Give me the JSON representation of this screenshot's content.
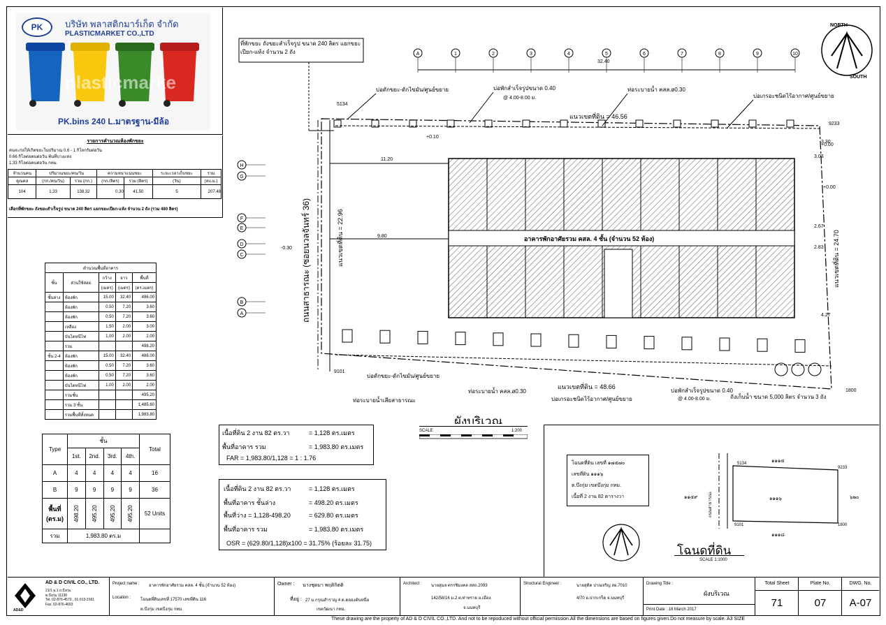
{
  "logo": {
    "company_th": "บริษัท พลาสติกมาร์เก็ต จำกัด",
    "company_en": "PLASTICMARKET CO.,LTD",
    "badge": "PK",
    "watermark": "plasticmarke",
    "caption": "PK.bins 240 L.มาตรฐาน-มีล้อ"
  },
  "waste_calc": {
    "title": "รายการคำนวณห้องพักขยะ",
    "line1": "คนจะก่อให้เกิดขยะในปริมาณ 0.6 - 1 กิโลกรัมต่อวัน",
    "line2": "0.66 กิโลต่อคนต่อวัน พ้นที่บางแห่ง",
    "line3": "1.33 กิโลต่อคนต่อวัน กทม.",
    "headers": [
      "จำนวนคน",
      "ปริมาณขยะ/คน/วัน",
      "",
      "ความหนาแน่นขยะ",
      "",
      "ระยะเวลาเก็บขยะ",
      "รวม"
    ],
    "subheaders": [
      "คูณคล",
      "(กก./คน/วัน)",
      "รวม (กก.)",
      "(กก./ลิตร)",
      "รวม (ลิตร)",
      "(วัน)",
      "(ลบ.ม.)"
    ],
    "values": [
      "104",
      "1.33",
      "138.32",
      "0.30",
      "41.50",
      "5",
      "207.48"
    ],
    "note": "เลือกที่พักขยะ ถังขยะสำเร็จรูป ขนาด 240 ลิตร แยกขยะเปียก-แห้ง จำนวน 2 ถัง (รวม 480 ลิตร)"
  },
  "area_table": {
    "title": "ตำนวณพื้นที่อาคาร",
    "headers": [
      "ชั้น",
      "ส่วนใช้สอย",
      "กว้าง",
      "ยาว",
      "พื้นที่"
    ],
    "units": [
      "",
      "",
      "(เมตร)",
      "(เมตร)",
      "(ตร.เมตร)"
    ],
    "rows": [
      [
        "ชั้นล่าง",
        "ห้องพัก",
        "15.00",
        "32.40",
        "486.00"
      ],
      [
        "",
        "ห้องพัก",
        "0.50",
        "7.20",
        "3.60"
      ],
      [
        "",
        "ห้องพัก",
        "0.50",
        "7.20",
        "3.60"
      ],
      [
        "",
        "เหลือง",
        "1.50",
        "2.00",
        "3.00"
      ],
      [
        "",
        "บันไดหนีไฟ",
        "1.00",
        "2.00",
        "2.00"
      ],
      [
        "",
        "รวม",
        "",
        "",
        "498.20"
      ],
      [
        "ชั้น 2-4",
        "ห้องพัก",
        "15.00",
        "32.40",
        "486.00"
      ],
      [
        "",
        "ห้องพัก",
        "0.50",
        "7.20",
        "3.60"
      ],
      [
        "",
        "ห้องพัก",
        "0.50",
        "7.20",
        "3.60"
      ],
      [
        "",
        "บันไดหนีไฟ",
        "1.00",
        "2.00",
        "2.00"
      ],
      [
        "",
        "รวมชั้น",
        "",
        "",
        "495.20"
      ],
      [
        "",
        "รวม 3 ชั้น",
        "",
        "",
        "1,485.60"
      ],
      [
        "",
        "รวมพื้นที่ทั้งหมด",
        "",
        "",
        "1,983.80"
      ]
    ]
  },
  "type_table": {
    "h_type": "Type",
    "h_floor": "ชั้น",
    "h_total": "Total",
    "floors": [
      "1st.",
      "2nd.",
      "3rd.",
      "4th."
    ],
    "rows": [
      {
        "type": "A",
        "vals": [
          "4",
          "4",
          "4",
          "4"
        ],
        "total": "16"
      },
      {
        "type": "B",
        "vals": [
          "9",
          "9",
          "9",
          "9"
        ],
        "total": "36"
      }
    ],
    "area_label": "พื้นที่ (ตร.ม)",
    "area_vals": [
      "498.20",
      "495.20",
      "495.20",
      "495.20"
    ],
    "units_total": "52 Units",
    "sum_label": "รวม",
    "sum_val": "1,983.80 ตร.ม"
  },
  "far_box": {
    "l1a": "เนื้อที่ดิน 2 งาน 82 ตร.วา",
    "l1b": "= 1,128 ตร.เมตร",
    "l2a": "พื้นที่อาคาร รวม",
    "l2b": "= 1,983.80 ตร.เมตร",
    "l3": "FAR = 1,983.80/1,128 = 1 : 1.76"
  },
  "osr_box": {
    "l1a": "เนื้อที่ดิน 2 งาน 82 ตร.วา",
    "l1b": "= 1,128 ตร.เมตร",
    "l2a": "พื้นที่อาคาร ชั้นล่าง",
    "l2b": "= 498.20 ตร.เมตร",
    "l3a": "พื้นที่ว่าง = 1,128-498.20",
    "l3b": "= 629.80 ตร.เมตร",
    "l4a": "พื้นที่อาคาร รวม",
    "l4b": "= 1,983.80 ตร.เมตร",
    "l5": "OSR = (629.80/1,128)x100 = 31.75% (ร้อยละ 31.75)"
  },
  "plan": {
    "title": "ผังบริเวณ",
    "scale_label": "SCALE",
    "scale_val": "1:200",
    "callouts": {
      "waste_point": "ที่พักขยะ ถังขยะสำเร็จรูป ขนาด 240 ลิตร แยกขยะเปียก-แห้ง จำนวน 2 ถัง",
      "grease_top": "บ่อดักขยะ-ดักไขมัน/ศูนย์ขยาย",
      "septic_top": "บ่อพักสำเร็จรูปขนาด 0.40",
      "septic_spec": "@ 4.00-8.00 ม.",
      "drain_top": "ท่อระบายน้ำ คสล.ø0.30",
      "aerobic_top": "บ่อเกรอะชนิดไร้อากาศ/ศูนย์ขยาย",
      "grease_bot": "บ่อดักขยะ-ดักไขมัน/ศูนย์ขยาย",
      "drain_public": "ท่อระบายน้ำเสียสาธารณะ",
      "drain_bot": "ท่อระบายน้ำ คสล.ø0.30",
      "aerobic_bot": "บ่อเกรอะชนิดไร้อากาศ/ศูนย์ขยาย",
      "septic_bot": "บ่อพักสำเร็จรูปขนาด 0.40",
      "septic_bot_spec": "@ 4.00-8.00 ม.",
      "tank": "ถังเก็บน้ำ ขนาด 5,000 ลิตร จำนวน 3 ถัง"
    },
    "road": "ถนนสาธารณะ (ซอยนวลจันทร์ 36)",
    "boundary_top": "แนวเขตที่ดิน = 46.56",
    "boundary_bot": "แนวเขตที่ดิน = 48.66",
    "boundary_left": "แนวเขตที่ดิน = 22.96",
    "boundary_right": "แนวเขตที่ดิน = 24.70",
    "center_text": "อาคารพักอาศัยรวม คสล. 4 ชั้น (จำนวน 52 ห้อง)",
    "pegs": {
      "tl": "5134",
      "tr": "9233",
      "bl": "9101",
      "br": "1800"
    },
    "grid_cols": [
      "A",
      "1",
      "2",
      "3",
      "4",
      "5",
      "6",
      "7",
      "8",
      "9",
      "10"
    ],
    "grid_rows": [
      "H",
      "G",
      "F",
      "E",
      "D",
      "C",
      "B",
      "A"
    ],
    "dims": {
      "d1": "11.20",
      "d2": "9.80",
      "d3": "-0.30",
      "d4": "3.30",
      "d5": "3.03",
      "d6": "2.67",
      "d7": "2.83",
      "d8": "4.27",
      "d9": "+0.00",
      "d10": "+0.10",
      "d11": "+0.00",
      "d12": "32.40"
    },
    "north": "NORTH",
    "north_sub": "SOUTH"
  },
  "deed": {
    "l1": "โฉนดที่ดิน เลขที่ ๑๗๕๗๐",
    "l2": "เลขที่ดิน ๑๑๑๖",
    "l3": "ต.บึงกุ่ม เขตบึงกุ่ม กทม.",
    "l4": "เนื้อที่ 2 งาน 82 ตารางวา",
    "parcel": "๑๑๑๖",
    "n_top": "๑๑๑๕",
    "n_left": "๑๑๕๙",
    "n_bot": "๑๑๑๘",
    "n_right": "๖๒๐",
    "road": "ถนนสาธารณะ",
    "pegs": [
      "5134",
      "9233",
      "9101",
      "1800"
    ],
    "title": "โฉนดที่ดิน",
    "scale": "SCALE 1:1000"
  },
  "title_block": {
    "firm": "AD & D CIVIL CO., LTD.",
    "firm_addr1": "21/1 ม.1 ถ.บึงกุ่ม",
    "firm_addr2": "ต.บึงกุ่ม 11130",
    "firm_tel": "Tel. 02-876-4573 , 01-913-3161",
    "firm_fax": "Fax. 02-876-4693",
    "firm_logo": "AD&D",
    "project_label": "Project name :",
    "project": "อาคารพักอาศัยรวม คสล. 4 ชั้น (จำนวน 52 ห้อง)",
    "location_label": "Location :",
    "location1": "โฉนดที่ดินเลขที่ 17570 เลขที่ดิน 116",
    "location2": "ต.บึงกุ่ม เขตบึงกุ่ม กทม.",
    "owner_label": "Owner :",
    "owner": "นางชุดมา พฤติกิตติ",
    "owner_addr_label": "ที่อยู่ :",
    "owner_addr1": "27 ม.กรุณสำราญ 4 ต.คลองต้นหนื่อ",
    "owner_addr2": "เขตวัฒนา กทม.",
    "architect_label": "Architect :",
    "architect": "นายสุมล ดรรชิมงคล สสถ.2093",
    "architect_addr1": "142/58/16 ม.2 ต.ท่าทราย อ.เมือง",
    "architect_addr2": "จ.นนทบุรี",
    "engineer_label": "Structural Engineer :",
    "engineer": "นายสุติด ปาณจริญ สย.7010",
    "engineer_addr": "4/70 อ.ปากเกร็ด จ.นนทบุรี",
    "drawing_label": "Drawing Title :",
    "drawing_title": "ผังบริเวณ",
    "print_date": "Print Date : 18 March 2017",
    "total_label": "Total Sheet",
    "total": "71",
    "plate_label": "Plate No.",
    "plate": "07",
    "dwg_label": "DWG. No.",
    "dwg": "A-07",
    "footer": "These drawing are the property of AD & D CIVIL CO.,LTD. And not to be repoduced without official permission.All the dimensions are based on figures given.Do not measure by scale. A3 SIZE"
  },
  "colors": {
    "blue_bin": "#1565c0",
    "yellow_bin": "#f9c80e",
    "green_bin": "#3a8a2a",
    "red_bin": "#d9281f",
    "hatch": "#555555"
  }
}
